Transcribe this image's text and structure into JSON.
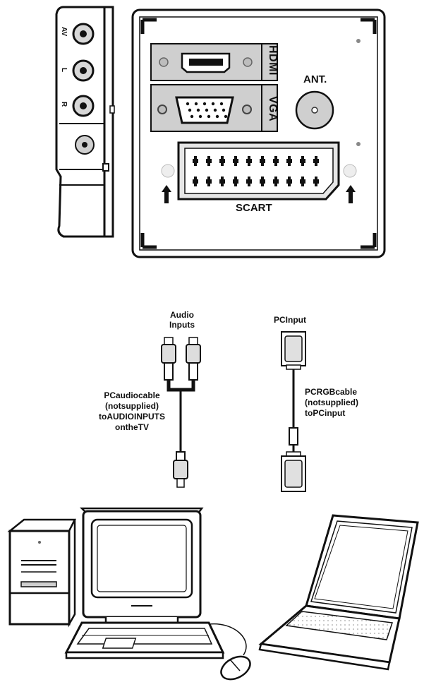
{
  "panel": {
    "side_labels": [
      "AV",
      "L",
      "R"
    ],
    "hdmi_label": "HDMI",
    "vga_label": "VGA",
    "ant_label": "ANT.",
    "scart_label": "SCART"
  },
  "connection": {
    "audio_inputs_line1": "Audio",
    "audio_inputs_line2": "Inputs",
    "pc_input": "PCInput",
    "audio_cable": [
      "PCaudiocable",
      "(notsupplied)",
      "toAUDIOINPUTS",
      "ontheTV"
    ],
    "rgb_cable": [
      "PCRGBcable",
      "(notsupplied)",
      "toPCinput"
    ]
  },
  "icons": [
    "desktop-tower-icon",
    "crt-monitor-icon",
    "keyboard-icon",
    "mouse-icon",
    "laptop-icon",
    "rca-plug-icon",
    "vga-plug-icon"
  ]
}
